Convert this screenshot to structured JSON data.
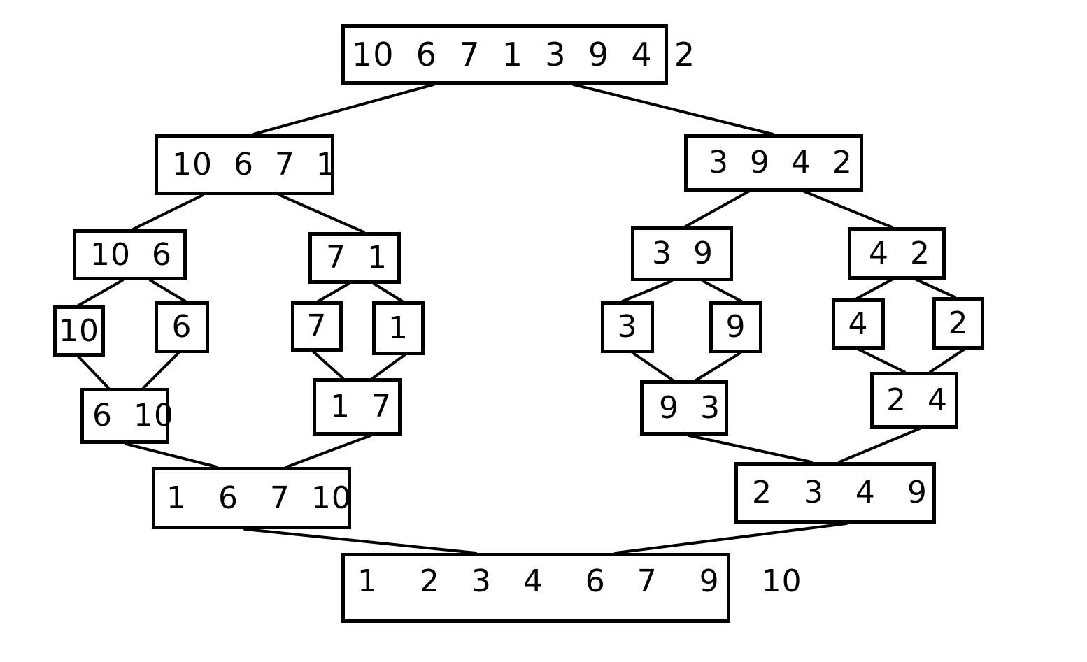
{
  "colors": {
    "stroke": "#000000",
    "background": "#ffffff",
    "text": "#000000"
  },
  "nodes": {
    "root": "10  6  7  1  3  9  4  2",
    "split_left": "10  6  7  1",
    "split_right": "3  9  4  2",
    "split_ll": "10  6",
    "split_lr": "7  1",
    "split_rl": "3  9",
    "split_rr": "4  2",
    "leaf_10": "10",
    "leaf_6": "6",
    "leaf_7": "7",
    "leaf_1": "1",
    "leaf_3": "3",
    "leaf_9": "9",
    "leaf_4": "4",
    "leaf_2": "2",
    "merge_ll": "6  10",
    "merge_lr": "1  7",
    "merge_rl": "9  3",
    "merge_rr": "2  4",
    "merge_left": "1   6   7  10",
    "merge_right": "2   3   4   9",
    "result": "1    2   3   4    6   7    9    10"
  }
}
